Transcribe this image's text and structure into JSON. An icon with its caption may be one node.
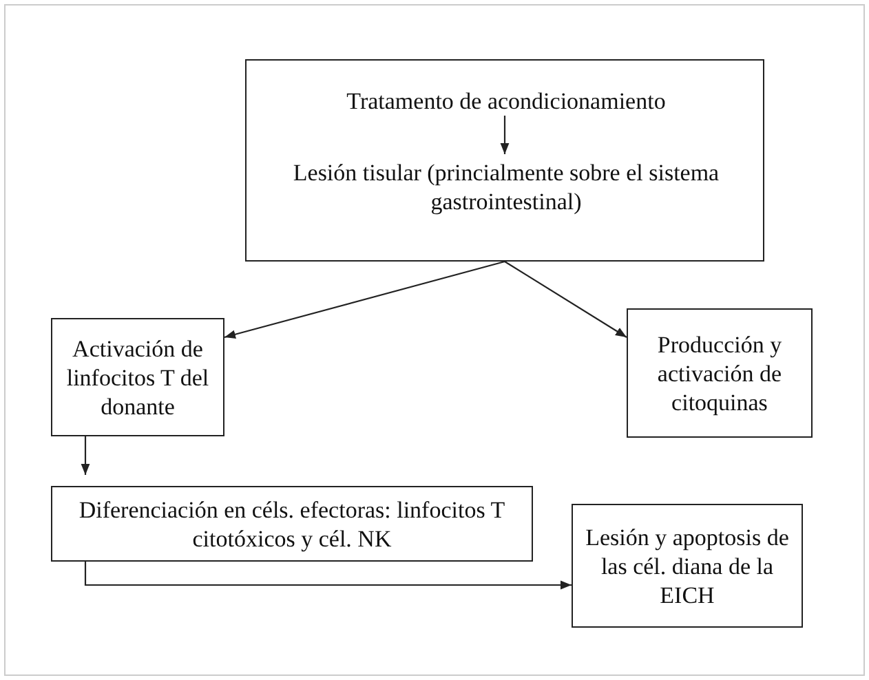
{
  "diagram": {
    "nodes": [
      {
        "text": [],
        "shape": "box"
      },
      {
        "text": [
          "Tratamento de acondicionamiento"
        ],
        "in": 0
      },
      {
        "text": [
          "Lesión tisular (princialmente sobre el sistema gastrointestinal)"
        ],
        "in": 0
      },
      {
        "text": [
          "Activación de linfocitos T del donante"
        ]
      },
      {
        "text": [
          "Producción y activación de citoquinas"
        ]
      },
      {
        "text": [
          "Diferenciación en céls. efectoras: linfocitos T citotóxicos y cél. NK"
        ]
      },
      {
        "text": [
          "Lesión y apoptosis de las cél. diana de la EICH"
        ]
      }
    ],
    "edges": [
      {
        "from": 1,
        "to": 2,
        "arrow": "to"
      },
      {
        "from": 0,
        "to": 3,
        "arrow": "to"
      },
      {
        "from": 0,
        "to": 4,
        "arrow": "to"
      },
      {
        "from": 3,
        "to": 5,
        "arrow": "to"
      },
      {
        "from": 5,
        "to": 6,
        "arrow": "to"
      }
    ]
  }
}
